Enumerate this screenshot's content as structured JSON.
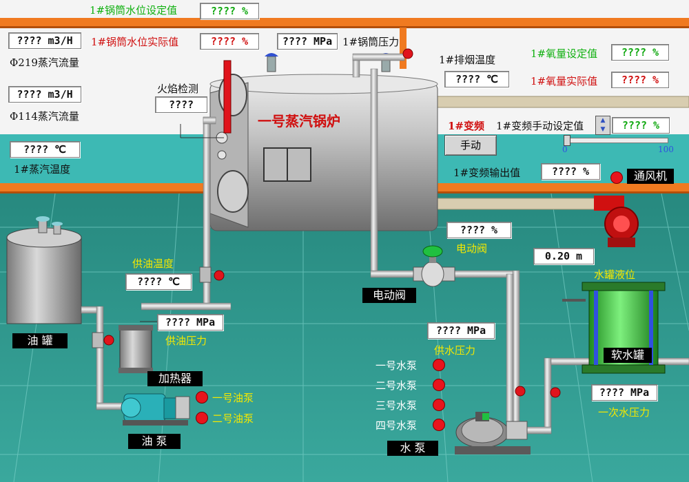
{
  "top": {
    "drum_level_set_label": "1#锅筒水位设定值",
    "drum_level_set_value": "???? %",
    "drum_level_actual_label": "1#锅筒水位实际值",
    "drum_level_actual_value": "???? %",
    "drum_pressure_value": "???? MPa",
    "drum_pressure_label": "1#锅筒压力",
    "exhaust_temp_label": "1#排烟温度",
    "exhaust_temp_value": "???? ℃",
    "oxygen_set_label": "1#氧量设定值",
    "oxygen_set_value": "???? %",
    "oxygen_actual_label": "1#氧量实际值",
    "oxygen_actual_value": "???? %"
  },
  "left": {
    "flow219_value": "???? m3/H",
    "flow219_label": "Φ219蒸汽流量",
    "flow114_value": "???? m3/H",
    "flow114_label": "Φ114蒸汽流量",
    "steam_temp_value": "???? ℃",
    "steam_temp_label": "1#蒸汽温度",
    "flame_label": "火焰检测",
    "flame_value": "????"
  },
  "boiler": {
    "title": "一号蒸汽锅炉"
  },
  "fan": {
    "vfd_label": "1#变频",
    "vfd_manual_label": "1#变频手动设定值",
    "vfd_manual_value": "???? %",
    "manual_button": "手动",
    "slider_min": "0",
    "slider_max": "100",
    "slider_level": 0,
    "vfd_output_label": "1#变频输出值",
    "vfd_output_value": "???? %",
    "fan_label": "通风机"
  },
  "valve": {
    "value": "???? %",
    "label": "电动阀",
    "tag": "电动阀"
  },
  "water_tank": {
    "level_value": "0.20  m",
    "level_label": "水罐液位",
    "tag": "软水罐",
    "primary_pressure_value": "???? MPa",
    "primary_pressure_label": "一次水压力"
  },
  "water_pumps": {
    "supply_pressure_value": "???? MPa",
    "supply_pressure_label": "供水压力",
    "pumps": [
      "一号水泵",
      "二号水泵",
      "三号水泵",
      "四号水泵"
    ],
    "tag": "水  泵"
  },
  "oil": {
    "tank_tag": "油  罐",
    "supply_temp_label": "供油温度",
    "supply_temp_value": "???? ℃",
    "supply_pressure_value": "???? MPa",
    "supply_pressure_label": "供油压力",
    "heater_tag": "加热器",
    "pumps": [
      "一号油泵",
      "二号油泵"
    ],
    "pump_tag": "油  泵"
  },
  "colors": {
    "floor": "#2f9a93",
    "wall_band": "#3db9b4",
    "pipe_orange": "#f07a20",
    "alarm_red": "#e8141c",
    "value_green": "#10a810",
    "value_red": "#d01010"
  }
}
